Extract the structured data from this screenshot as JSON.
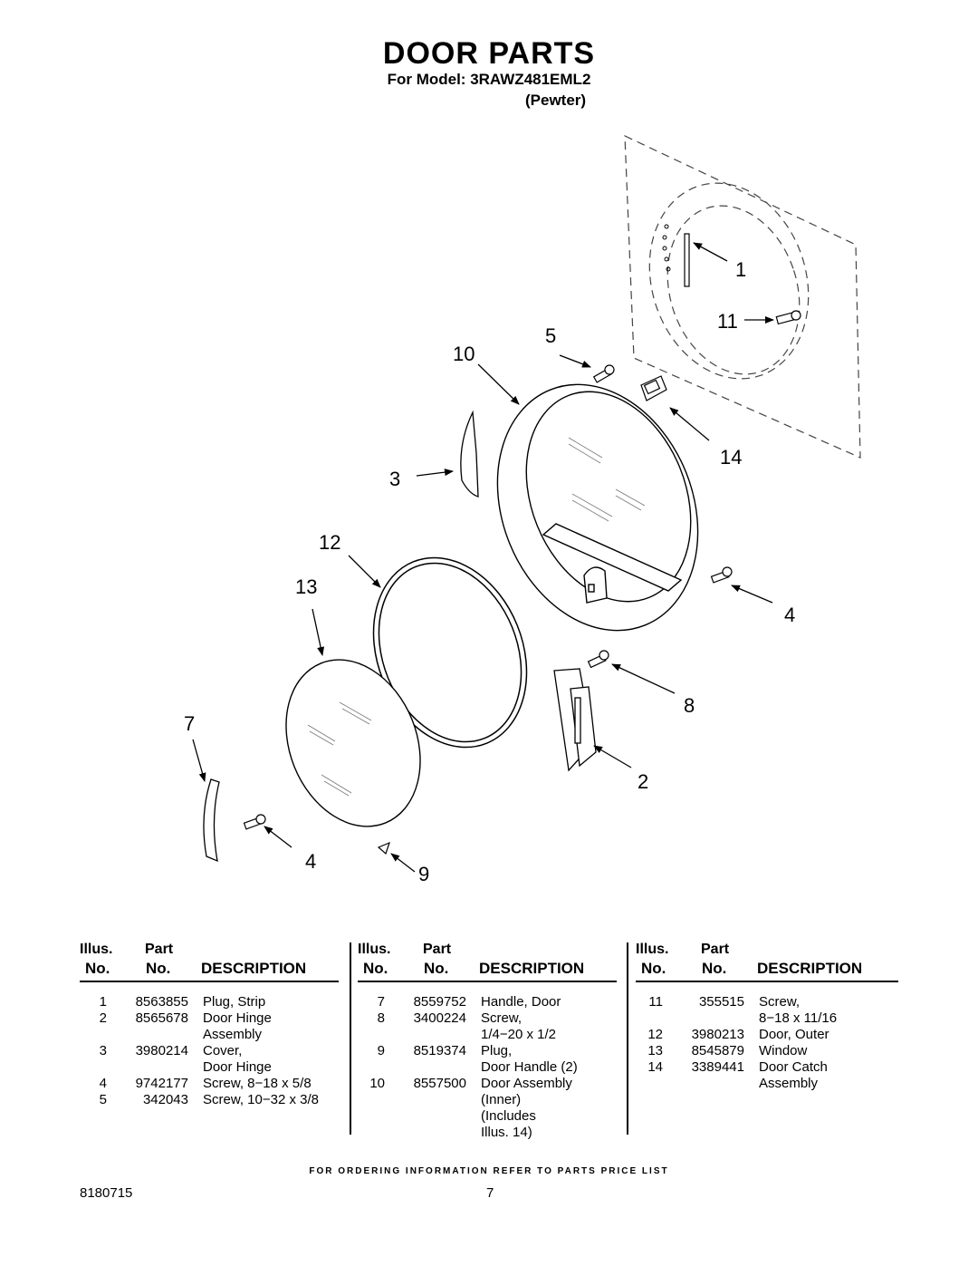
{
  "title": "DOOR PARTS",
  "subtitle": "For Model: 3RAWZ481EML2",
  "subtitle_variant": "(Pewter)",
  "callouts": [
    "1",
    "11",
    "5",
    "10",
    "14",
    "3",
    "12",
    "13",
    "4",
    "8",
    "7",
    "2",
    "4",
    "9"
  ],
  "table": {
    "headers": {
      "illus_top": "Illus.",
      "illus_bottom": "No.",
      "part_top": "Part",
      "part_bottom": "No.",
      "description": "DESCRIPTION"
    },
    "columns": [
      {
        "rows": [
          {
            "illus": "1",
            "part": "8563855",
            "desc": "Plug, Strip"
          },
          {
            "illus": "2",
            "part": "8565678",
            "desc": "Door Hinge"
          },
          {
            "illus": "",
            "part": "",
            "desc": "Assembly"
          },
          {
            "illus": "3",
            "part": "3980214",
            "desc": "Cover,"
          },
          {
            "illus": "",
            "part": "",
            "desc": "Door Hinge"
          },
          {
            "illus": "4",
            "part": "9742177",
            "desc": "Screw, 8−18 x 5/8"
          },
          {
            "illus": "5",
            "part": "342043",
            "desc": "Screw, 10−32 x 3/8"
          }
        ]
      },
      {
        "rows": [
          {
            "illus": "7",
            "part": "8559752",
            "desc": "Handle, Door"
          },
          {
            "illus": "8",
            "part": "3400224",
            "desc": "Screw,"
          },
          {
            "illus": "",
            "part": "",
            "desc": "1/4−20 x 1/2"
          },
          {
            "illus": "9",
            "part": "8519374",
            "desc": "Plug,"
          },
          {
            "illus": "",
            "part": "",
            "desc": "Door Handle (2)"
          },
          {
            "illus": "10",
            "part": "8557500",
            "desc": "Door Assembly"
          },
          {
            "illus": "",
            "part": "",
            "desc": "(Inner)"
          },
          {
            "illus": "",
            "part": "",
            "desc": "(Includes"
          },
          {
            "illus": "",
            "part": "",
            "desc": "Illus. 14)"
          }
        ]
      },
      {
        "rows": [
          {
            "illus": "11",
            "part": "355515",
            "desc": "Screw,"
          },
          {
            "illus": "",
            "part": "",
            "desc": "8−18 x 11/16"
          },
          {
            "illus": "12",
            "part": "3980213",
            "desc": "Door, Outer"
          },
          {
            "illus": "13",
            "part": "8545879",
            "desc": "Window"
          },
          {
            "illus": "14",
            "part": "3389441",
            "desc": "Door Catch"
          },
          {
            "illus": "",
            "part": "",
            "desc": "Assembly"
          }
        ]
      }
    ]
  },
  "footer_note": "FOR ORDERING INFORMATION REFER TO PARTS PRICE LIST",
  "document_number": "8180715",
  "page_number": "7"
}
